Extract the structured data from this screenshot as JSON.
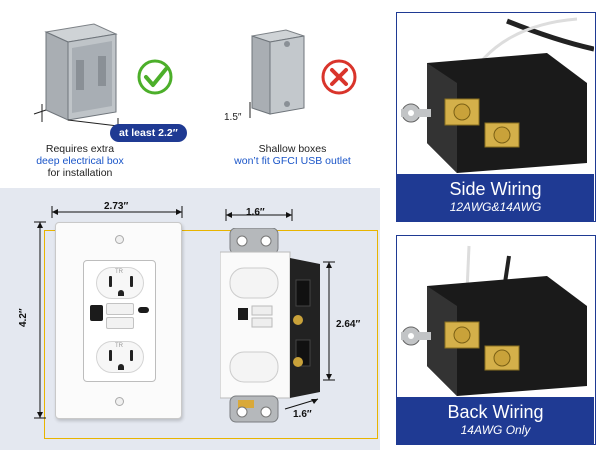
{
  "box_comparison": {
    "deep": {
      "badge": "at least 2.2″",
      "caption_line1": "Requires extra",
      "caption_line2": "deep electrical box",
      "caption_line3": "for installation",
      "status_icon": "check-icon"
    },
    "shallow": {
      "depth_label": "1.5″",
      "caption_line1": "Shallow boxes",
      "caption_line2": "won’t fit GFCI USB outlet",
      "status_icon": "x-icon"
    }
  },
  "dimensions": {
    "plate_width": "2.73″",
    "plate_height": "4.2″",
    "device_width": "1.6″",
    "device_depth": "2.64″",
    "device_bottom": "1.6″"
  },
  "outlet_marks": {
    "upper_letters": "TR",
    "lower_letters": "TR"
  },
  "wiring": {
    "side": {
      "title": "Side Wiring",
      "subtitle": "12AWG&14AWG"
    },
    "back": {
      "title": "Back Wiring",
      "subtitle": "14AWG Only"
    }
  },
  "colors": {
    "brand_blue": "#1f3a93",
    "check_green": "#4caf2a",
    "x_red": "#d9342b",
    "frame_yellow": "#e8b400",
    "panel_bg": "#e4e8f0"
  }
}
